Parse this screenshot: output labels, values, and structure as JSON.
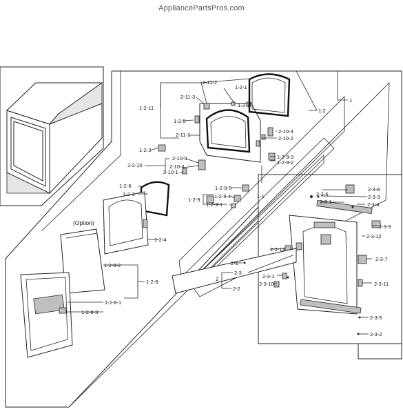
{
  "watermark": "AppliancePartsPros.com",
  "option_text": "(Option)",
  "labels": {
    "l_2_11_2": "2-11-2",
    "l_2_11_3": "2-11-3",
    "l_1_2_11": "1-2-11",
    "l_1_2_1": "1-2-1",
    "l_1_2_7": "1-2-7",
    "l_1_2_5": "1-2-5",
    "l_2_11_1": "2-11-1",
    "l_1_2": "1-2",
    "l_1": "1",
    "l_2_10_3": "2-10-3",
    "l_2_10_2": "2-10-2",
    "l_1_2_2": "1-2-2",
    "l_2_10_5": "2-10-5",
    "l_1_2_10": "1-2-10",
    "l_2_10_4": "2-10-4",
    "l_2_10_1": "2-10-1",
    "l_1_2_9_3": "1-2-9-3",
    "l_1_2_9_2": "1-2-9-2",
    "l_1_2_6": "1-2-6",
    "l_1_2_3": "1-2-3",
    "l_1_2_9_5": "1-2-9-5",
    "l_1_2_9": "1-2-9",
    "l_1_2_9_4": "1-2-9-4",
    "l_1_2_9_1": "1-2-9-1",
    "l_1_1": "1-1",
    "l_2_3_6": "2-3-6",
    "l_2_3_8": "2-3-8",
    "l_2_3_3": "2-3-3",
    "l_2_3_1": "2-3-1",
    "l_2_3_4": "2-3-4",
    "l_2_3_9": "2-3-9",
    "l_2_3_12": "2-3-12",
    "l_1_2_4": "1-2-4",
    "l_2_3_13": "2-3-13",
    "l_2_3_7": "2-3-7",
    "l_2_1": "2-1",
    "l_2": "2",
    "l_2_3": "2-3",
    "l_2_3_1b": "2-3-1",
    "l_2_3_10": "2-3-10",
    "l_2_3_11": "2-3-11",
    "l_2_2": "2-2",
    "l_1_2_8_2": "1-2-8-2",
    "l_1_2_8": "1-2-8",
    "l_1_2_8_1": "1-2-8-1",
    "l_1_2_8_3": "1-2-8-3",
    "l_2_3_5": "2-3-5",
    "l_2_3_2": "2-3-2"
  }
}
